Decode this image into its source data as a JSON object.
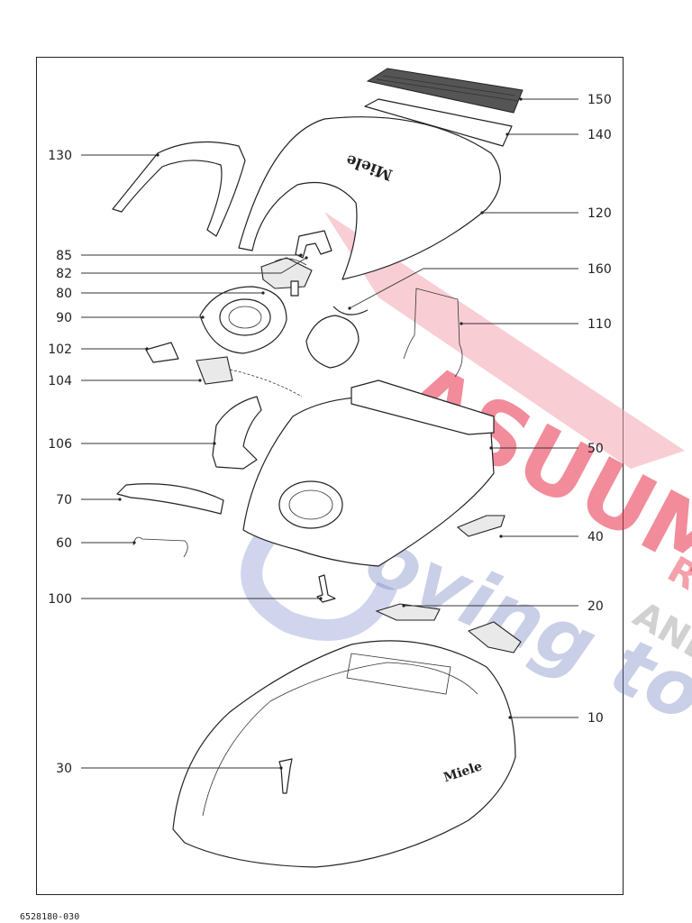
{
  "document_number": "6528180-030",
  "brand_text": "Miele",
  "watermark": {
    "line1": "ASUUMS",
    "line2": "oving too",
    "line3": "R",
    "line4": "AND",
    "color_red": "#e8304a",
    "color_blue": "#6b78c0"
  },
  "callouts": [
    {
      "id": "150",
      "label": "150",
      "side": "right"
    },
    {
      "id": "140",
      "label": "140",
      "side": "right"
    },
    {
      "id": "130",
      "label": "130",
      "side": "left"
    },
    {
      "id": "120",
      "label": "120",
      "side": "right"
    },
    {
      "id": "85",
      "label": "85",
      "side": "left"
    },
    {
      "id": "82",
      "label": "82",
      "side": "left"
    },
    {
      "id": "80",
      "label": "80",
      "side": "left"
    },
    {
      "id": "160",
      "label": "160",
      "side": "right"
    },
    {
      "id": "90",
      "label": "90",
      "side": "left"
    },
    {
      "id": "110",
      "label": "110",
      "side": "right"
    },
    {
      "id": "102",
      "label": "102",
      "side": "left"
    },
    {
      "id": "104",
      "label": "104",
      "side": "left"
    },
    {
      "id": "106",
      "label": "106",
      "side": "left"
    },
    {
      "id": "50",
      "label": "50",
      "side": "right"
    },
    {
      "id": "70",
      "label": "70",
      "side": "left"
    },
    {
      "id": "60",
      "label": "60",
      "side": "left"
    },
    {
      "id": "40",
      "label": "40",
      "side": "right"
    },
    {
      "id": "100",
      "label": "100",
      "side": "left"
    },
    {
      "id": "20",
      "label": "20",
      "side": "right"
    },
    {
      "id": "10",
      "label": "10",
      "side": "right"
    },
    {
      "id": "30",
      "label": "30",
      "side": "left"
    }
  ]
}
